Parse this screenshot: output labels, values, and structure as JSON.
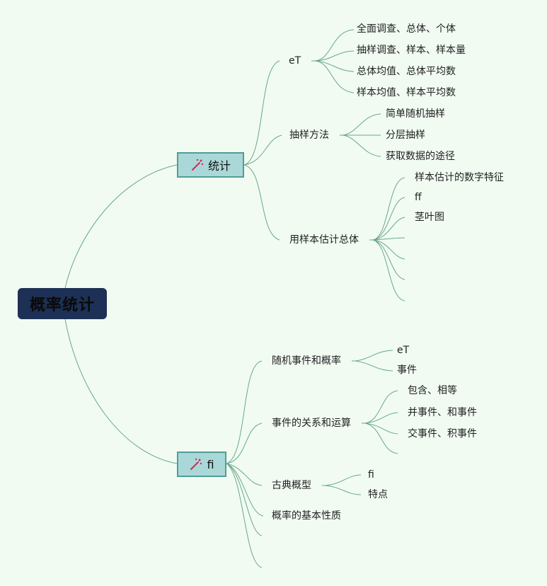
{
  "root": {
    "label": "概率统计"
  },
  "branches": [
    {
      "label": "统计",
      "icon": "magic-wand-icon",
      "topics": [
        {
          "label": "eT",
          "leaves": [
            "全面调查、总体、个体",
            "抽样调查、样本、样本量",
            "总体均值、总体平均数",
            "样本均值、样本平均数"
          ]
        },
        {
          "label": "抽样方法",
          "leaves": [
            "简单随机抽样",
            "分层抽样",
            "获取数据的途径"
          ]
        },
        {
          "label": "用样本估计总体",
          "leaves": [
            "样本估计的数字特征",
            "ff",
            "茎叶图",
            "",
            "",
            "",
            ""
          ]
        }
      ]
    },
    {
      "label": "fi",
      "icon": "magic-wand-icon",
      "topics": [
        {
          "label": "随机事件和概率",
          "leaves": [
            "eT",
            "事件"
          ]
        },
        {
          "label": "事件的关系和运算",
          "leaves": [
            "包含、相等",
            "并事件、和事件",
            "交事件、积事件",
            ""
          ]
        },
        {
          "label": "古典概型",
          "leaves": [
            "fi",
            "特点"
          ]
        },
        {
          "label": "概率的基本性质",
          "leaves": []
        },
        {
          "label": "",
          "leaves": []
        },
        {
          "label": "",
          "leaves": []
        }
      ]
    }
  ],
  "colors": {
    "root_bg": "#1d3055",
    "branch_bg": "#aad8d8",
    "branch_border": "#4f9e96",
    "edge": "#6aa889",
    "background": "#f1fbf2"
  }
}
